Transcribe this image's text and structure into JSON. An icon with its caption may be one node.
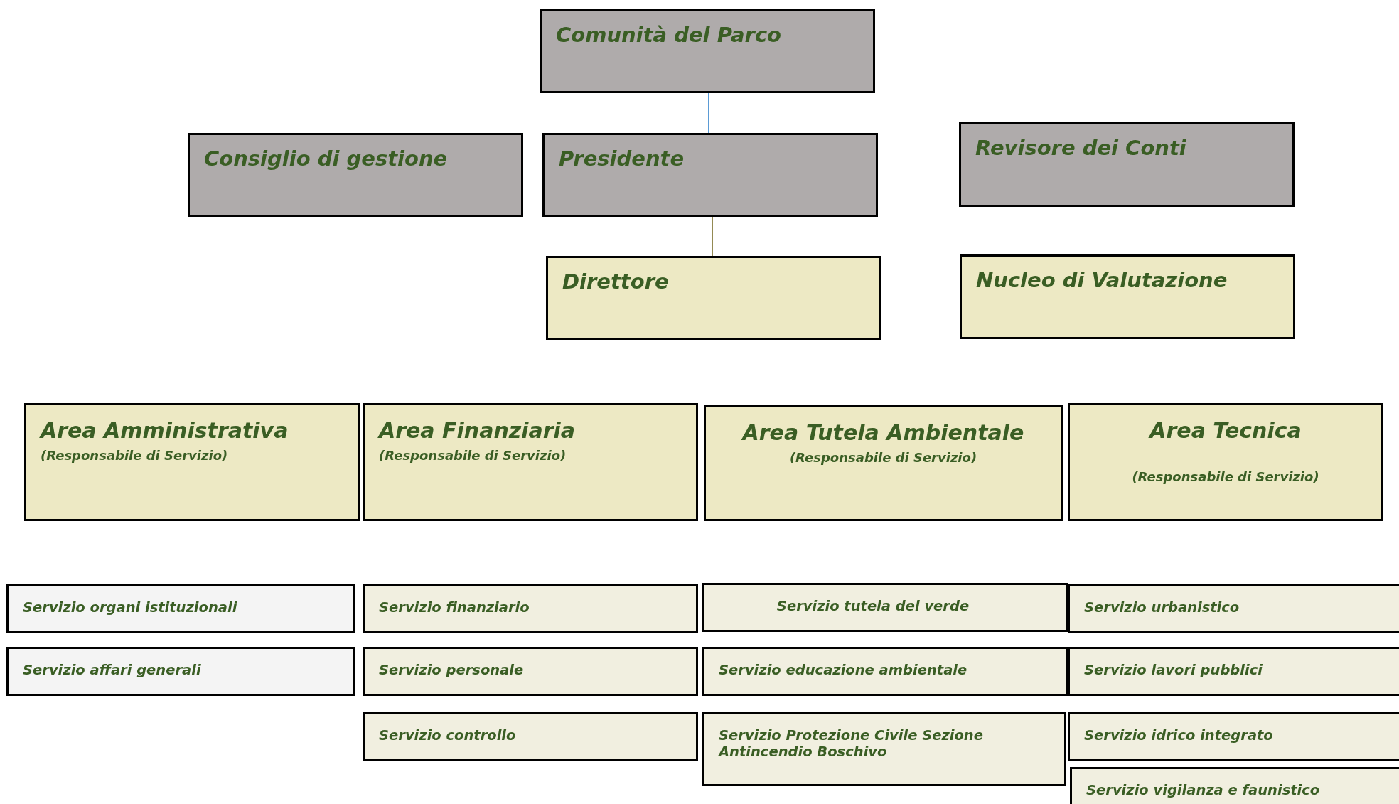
{
  "diagram": {
    "nodes": [
      {
        "text": [
          "Comunità del Parco"
        ]
      },
      {
        "text": [
          "Consiglio di gestione"
        ]
      },
      {
        "text": [
          "Presidente"
        ]
      },
      {
        "text": [
          "Revisore dei Conti"
        ]
      },
      {
        "text": [
          "Direttore"
        ]
      },
      {
        "text": [
          "Nucleo di Valutazione"
        ]
      },
      {
        "text": [
          "Area Amministrativa",
          "(Responsabile di Servizio)"
        ]
      },
      {
        "text": [
          "Area Finanziaria",
          "(Responsabile di Servizio)"
        ]
      },
      {
        "text": [
          "Area Tutela Ambientale",
          "(Responsabile di Servizio)"
        ]
      },
      {
        "text": [
          "Area Tecnica",
          "(Responsabile di Servizio)"
        ]
      },
      {
        "text": [
          "Servizio organi istituzionali"
        ]
      },
      {
        "text": [
          "Servizio finanziario"
        ]
      },
      {
        "text": [
          "Servizio tutela del verde"
        ]
      },
      {
        "text": [
          "Servizio urbanistico"
        ]
      },
      {
        "text": [
          "Servizio affari generali"
        ]
      },
      {
        "text": [
          "Servizio personale"
        ]
      },
      {
        "text": [
          "Servizio educazione ambientale"
        ]
      },
      {
        "text": [
          "Servizio lavori pubblici"
        ]
      },
      {
        "text": [
          "Servizio controllo"
        ]
      },
      {
        "text": [
          "Servizio Protezione Civile Sezione Antincendio Boschivo"
        ]
      },
      {
        "text": [
          "Servizio idrico integrato"
        ]
      },
      {
        "text": [
          "Servizio vigilanza e faunistico"
        ]
      }
    ],
    "edges": [
      {
        "from": 0,
        "to": 2,
        "arrow": "none",
        "color": "#5b9bd5"
      },
      {
        "from": 2,
        "to": 4,
        "arrow": "none",
        "color": "#948a54"
      }
    ]
  }
}
